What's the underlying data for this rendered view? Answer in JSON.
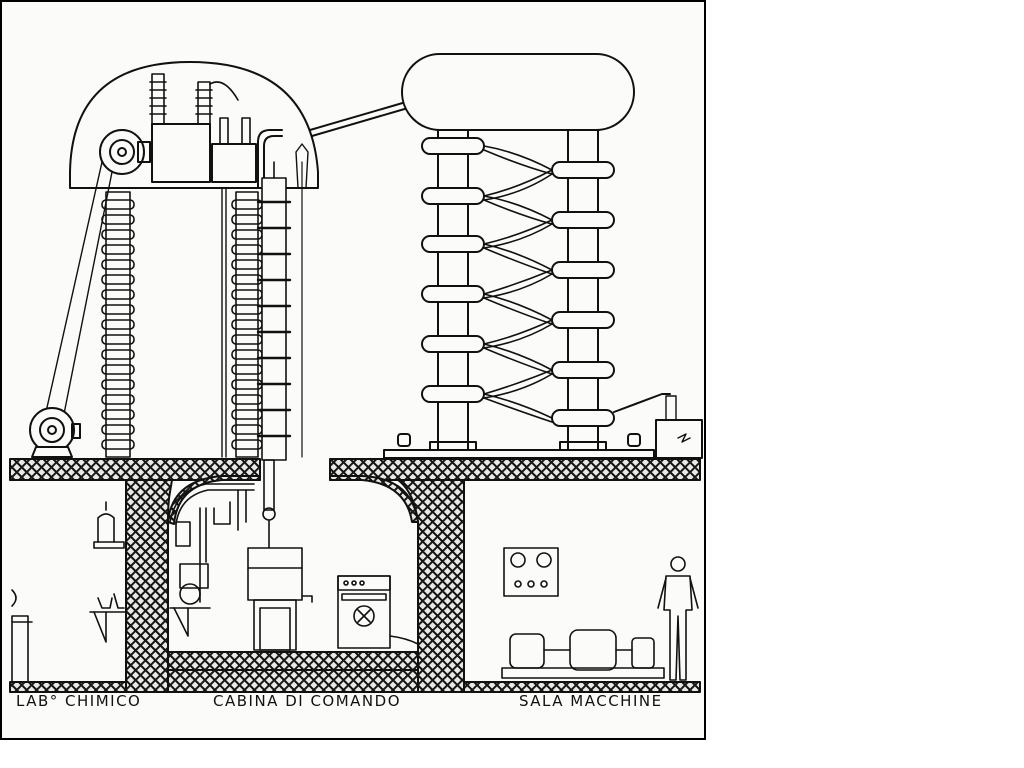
{
  "labels": {
    "lab_chimico": "LAB° CHIMICO",
    "cabina_comando": "CABINA DI COMANDO",
    "sala_macchine": "SALA MACCHINE"
  }
}
